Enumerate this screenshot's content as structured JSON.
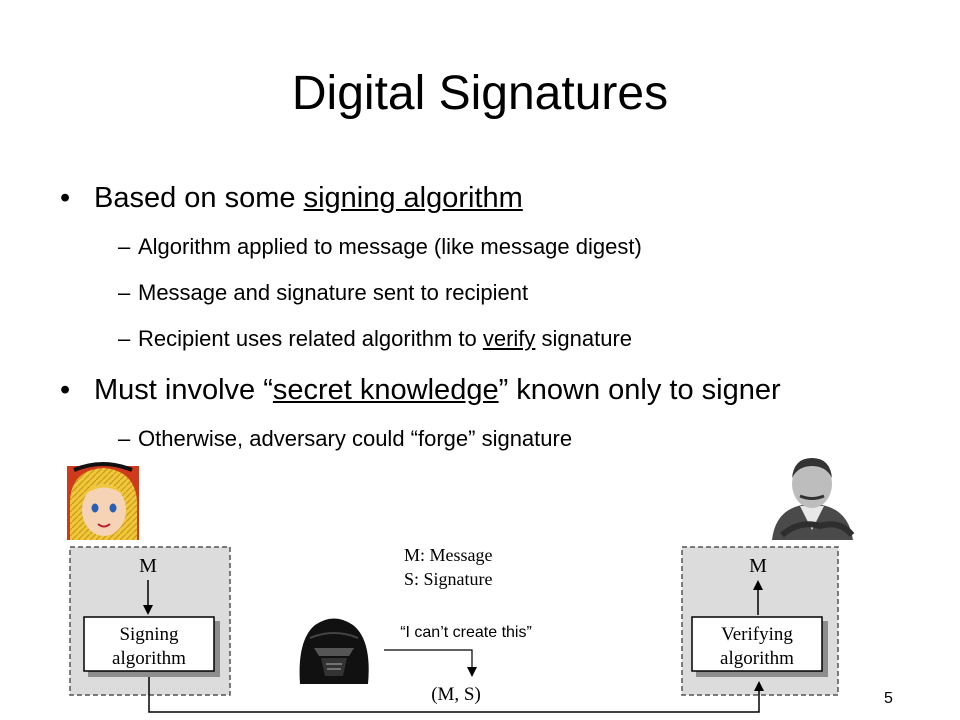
{
  "slide": {
    "title": "Digital Signatures",
    "bullet1": {
      "before": "Based on some ",
      "underlined": "signing algorithm"
    },
    "sub1": "Algorithm applied to message (like message digest)",
    "sub2": "Message and signature sent to recipient",
    "sub3": {
      "before": "Recipient uses related algorithm to ",
      "underlined": "verify",
      "after": " signature"
    },
    "bullet2": {
      "before": "Must involve “",
      "underlined": "secret knowledge",
      "after": "” known only to signer"
    },
    "sub4": "Otherwise, adversary could “forge” signature",
    "dash": "–",
    "dot": "•",
    "page_number": "5"
  },
  "diagram": {
    "left_m": "M",
    "right_m": "M",
    "legend_line1": "M: Message",
    "legend_line2": "S: Signature",
    "signing_line1": "Signing",
    "signing_line2": "algorithm",
    "verifying_line1": "Verifying",
    "verifying_line2": "algorithm",
    "pair_label": "(M, S)",
    "quote": "“I can’t create this”"
  }
}
